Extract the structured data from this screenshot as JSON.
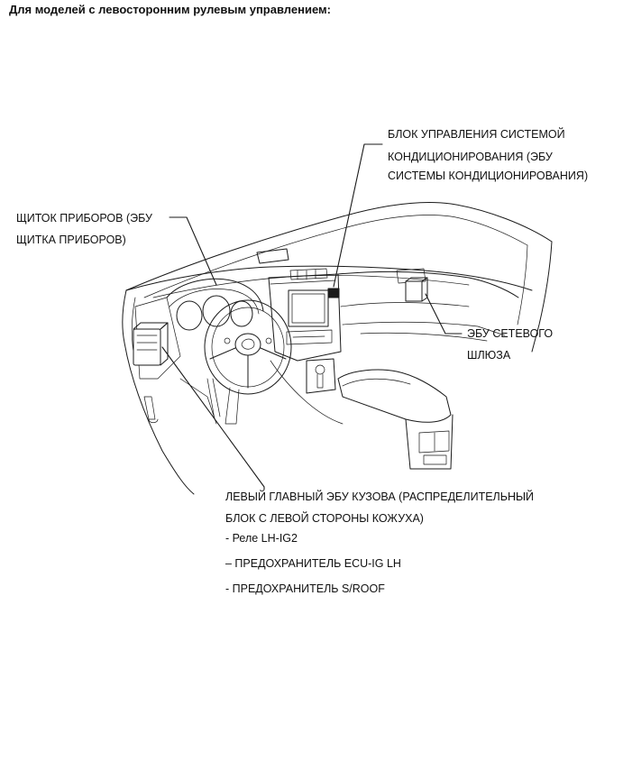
{
  "heading": "Для моделей с левосторонним рулевым управлением:",
  "callouts": {
    "ac_control": {
      "line1": "БЛОК УПРАВЛЕНИЯ СИСТЕМОЙ",
      "line2": "КОНДИЦИОНИРОВАНИЯ (ЭБУ",
      "line3": "СИСТЕМЫ КОНДИЦИОНИРОВАНИЯ)"
    },
    "meter": {
      "line1": "ЩИТОК ПРИБОРОВ (ЭБУ",
      "line2": "ЩИТКА ПРИБОРОВ)"
    },
    "gateway": {
      "line1": "ЭБУ СЕТЕВОГО",
      "line2": "ШЛЮЗА"
    },
    "main_body": {
      "line1": "ЛЕВЫЙ ГЛАВНЫЙ ЭБУ КУЗОВА (РАСПРЕДЕЛИТЕЛЬНЫЙ",
      "line2": "БЛОК С ЛЕВОЙ СТОРОНЫ КОЖУХА)",
      "items": [
        "- Реле LH-IG2",
        "– ПРЕДОХРАНИТЕЛЬ ECU-IG LH",
        "- ПРЕДОХРАНИТЕЛЬ S/ROOF"
      ]
    }
  }
}
